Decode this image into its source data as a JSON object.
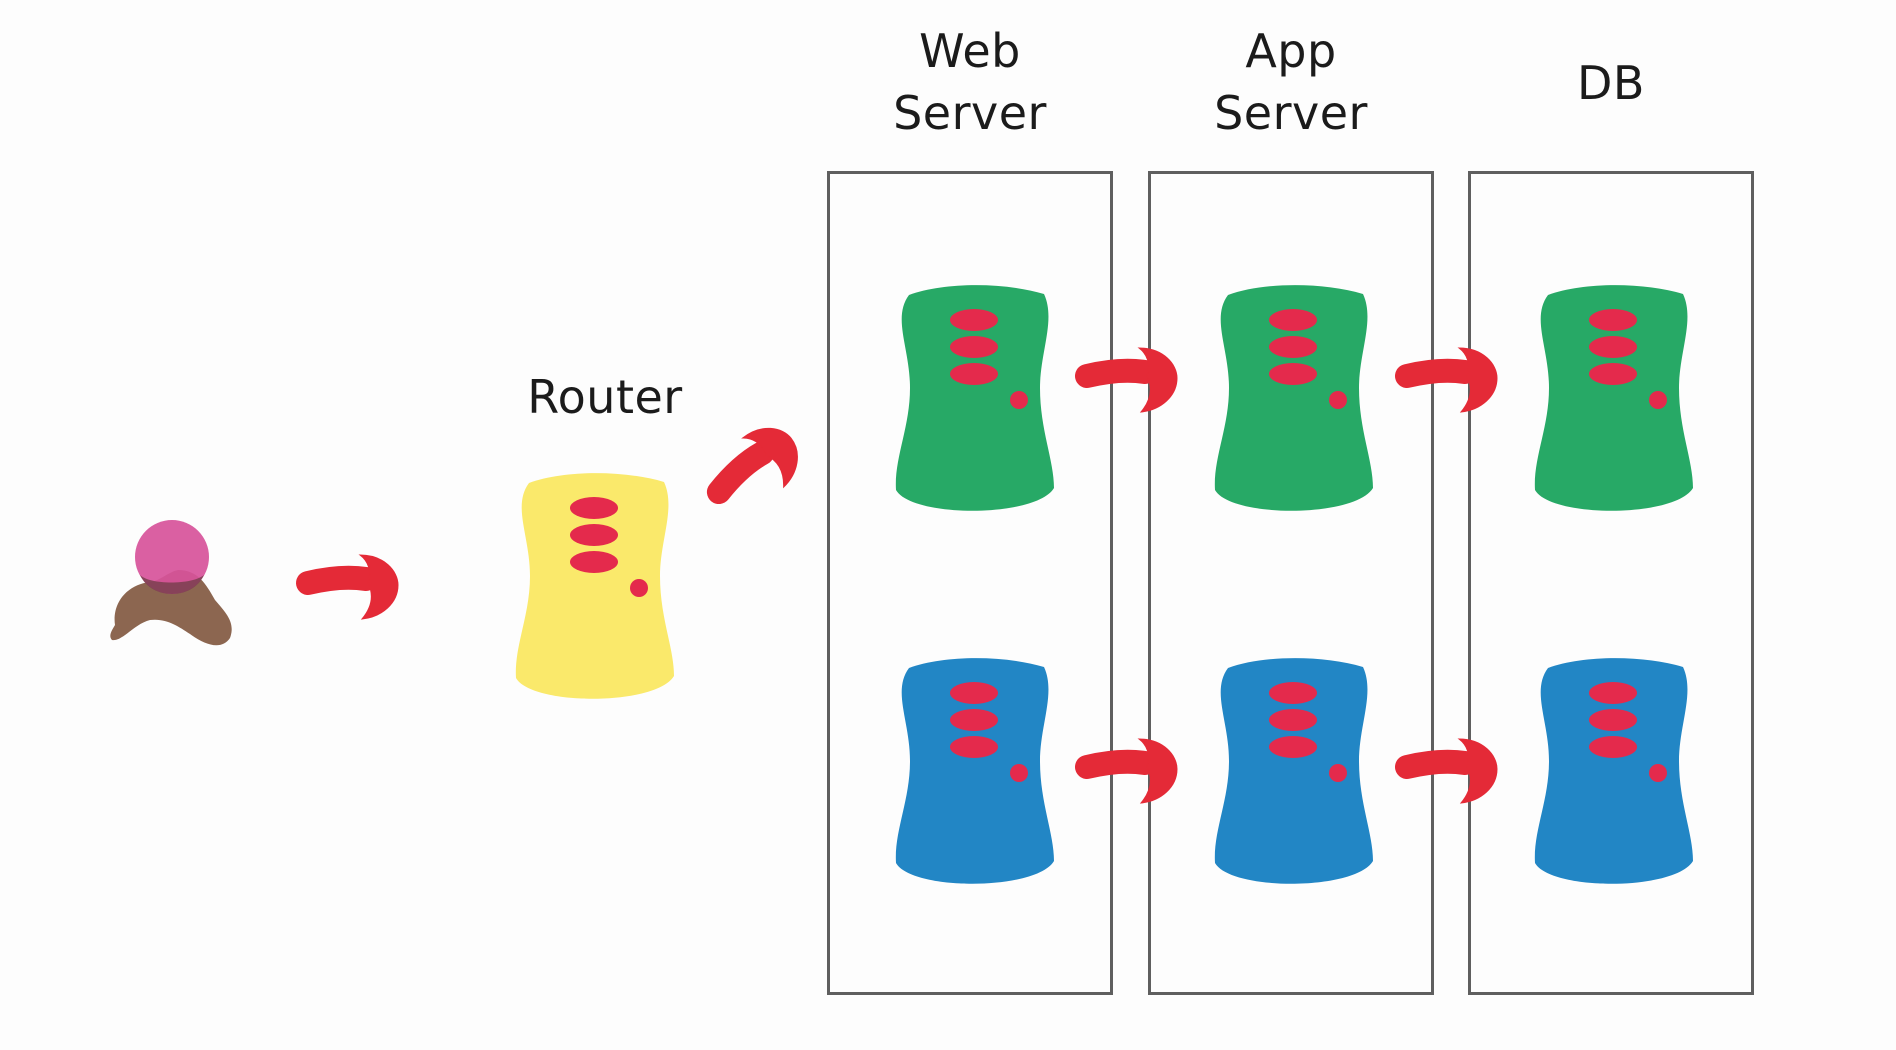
{
  "labels": {
    "router": "Router",
    "columns": [
      "Web\nServer",
      "App\nServer",
      "DB"
    ]
  },
  "icons": {
    "user": "user-icon",
    "router": "router-server-icon",
    "server": "server-blob-icon",
    "arrow": "curved-arrow-icon"
  },
  "colors": {
    "arrow": "#e42a37",
    "router_body": "#fae96b",
    "green_server": "#27a966",
    "blue_server": "#2286c5",
    "server_slots": "#e42a4c",
    "user_head": "#d7539a",
    "user_body": "#8c6650",
    "box_border": "#5f5f5f"
  }
}
